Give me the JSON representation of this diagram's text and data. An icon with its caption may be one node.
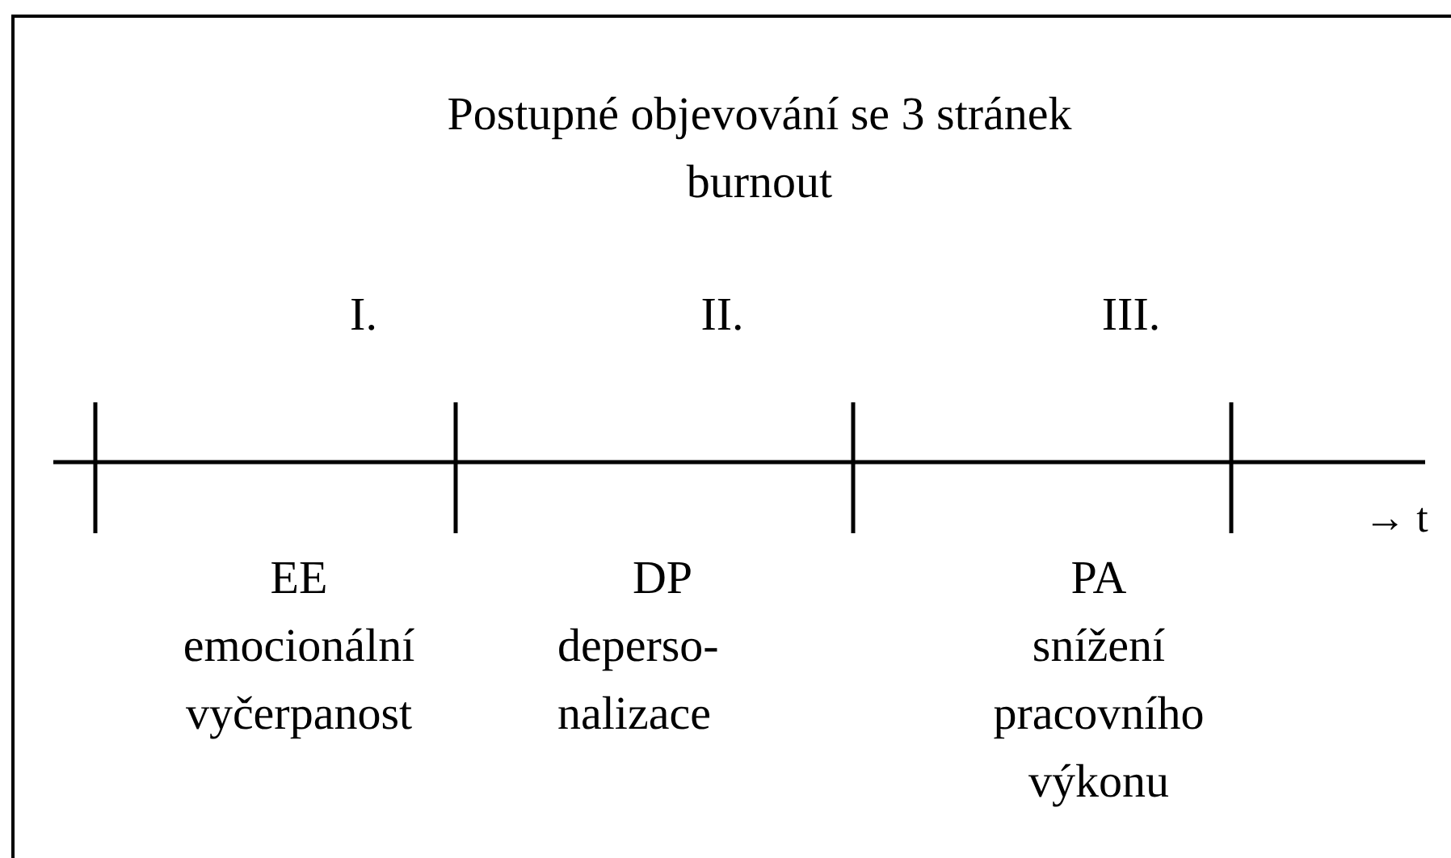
{
  "diagram": {
    "title": "Postupné objevování se 3 stránek burnout",
    "labels": [
      "I.",
      "II.",
      "III.",
      "→ t",
      "EE",
      "emocionální vyčerpanost",
      "DP",
      "deperso- nalizace",
      "PA",
      "snížení pracovního výkonu"
    ]
  }
}
